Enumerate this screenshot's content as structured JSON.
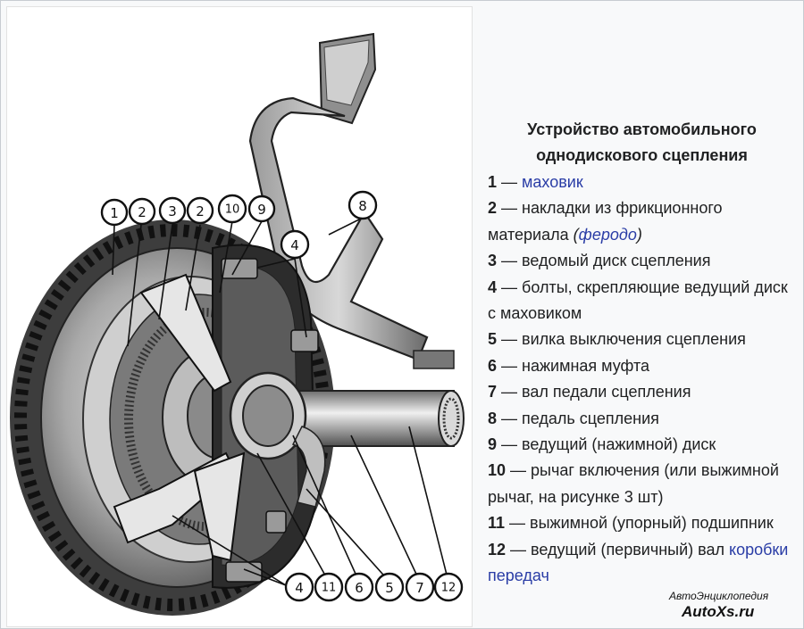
{
  "legend": {
    "title_line1": "Устройство автомобильного",
    "title_line2": "однодискового сцепления",
    "items": [
      {
        "num": "1",
        "dash": " — ",
        "parts": [
          {
            "text": "маховик",
            "style": "link"
          }
        ]
      },
      {
        "num": "2",
        "dash": " — ",
        "parts": [
          {
            "text": "накладки из фрикционного материала ",
            "style": "plain"
          },
          {
            "text": "(",
            "style": "italic"
          },
          {
            "text": "феродо",
            "style": "link-italic"
          },
          {
            "text": ")",
            "style": "italic"
          }
        ]
      },
      {
        "num": "3",
        "dash": " — ",
        "parts": [
          {
            "text": "ведомый диск сцепления",
            "style": "plain"
          }
        ]
      },
      {
        "num": "4",
        "dash": " — ",
        "parts": [
          {
            "text": "болты, скрепляющие ведущий диск с маховиком",
            "style": "plain"
          }
        ]
      },
      {
        "num": "5",
        "dash": " — ",
        "parts": [
          {
            "text": "вилка выключения сцепления",
            "style": "plain"
          }
        ]
      },
      {
        "num": "6",
        "dash": " — ",
        "parts": [
          {
            "text": "нажимная муфта",
            "style": "plain"
          }
        ]
      },
      {
        "num": "7",
        "dash": " — ",
        "parts": [
          {
            "text": "вал педали сцепления",
            "style": "plain"
          }
        ]
      },
      {
        "num": "8",
        "dash": " — ",
        "parts": [
          {
            "text": "педаль сцепления",
            "style": "plain"
          }
        ]
      },
      {
        "num": "9",
        "dash": " — ",
        "parts": [
          {
            "text": "ведущий (нажимной) диск",
            "style": "plain"
          }
        ]
      },
      {
        "num": "10",
        "dash": " — ",
        "parts": [
          {
            "text": "рычаг включения (или выжимной рычаг, на рисунке 3 шт)",
            "style": "plain"
          }
        ]
      },
      {
        "num": "11",
        "dash": " — ",
        "parts": [
          {
            "text": "выжимной (упорный) подшипник",
            "style": "plain"
          }
        ]
      },
      {
        "num": "12",
        "dash": " — ",
        "parts": [
          {
            "text": "ведущий (первичный) вал ",
            "style": "plain"
          },
          {
            "text": "коробки передач",
            "style": "link"
          }
        ]
      }
    ]
  },
  "diagram": {
    "callouts_top": [
      "1",
      "2",
      "3",
      "2",
      "10",
      "9"
    ],
    "callout_pedal": "8",
    "callout_bolt_top": "4",
    "callouts_bottom": [
      "4",
      "11",
      "6",
      "5",
      "7",
      "12"
    ]
  },
  "watermark": {
    "line1": "АвтоЭнциклопедия",
    "line2": "AutoXs.ru"
  },
  "colors": {
    "link": "#2a3da6",
    "text": "#202122",
    "background": "#f8f9fa"
  }
}
